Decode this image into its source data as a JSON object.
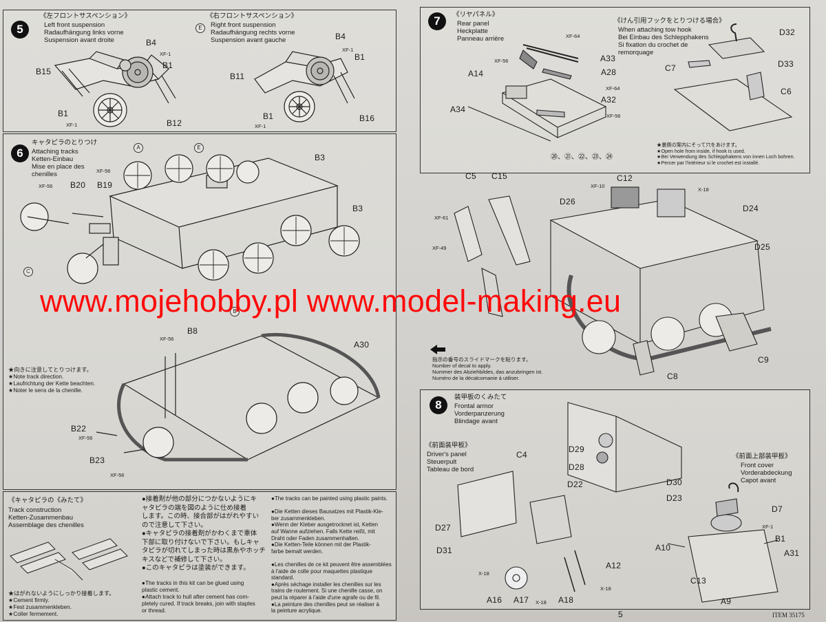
{
  "step5": {
    "num": "5",
    "left": {
      "jp": "《左フロントサスペンション》",
      "en": "Left front suspension",
      "de": "Radaufhängung links vorne",
      "fr": "Suspension avant droite"
    },
    "right": {
      "marker": "E",
      "jp": "《右フロントサスペンション》",
      "en": "Right front suspension",
      "de": "Radaufhängung rechts vorne",
      "fr": "Suspension avant gauche"
    },
    "labels": {
      "b4a": "B4",
      "xf1a": "XF-1",
      "b1a": "B1",
      "b15": "B15",
      "b1b": "B1",
      "xf1b": "XF-1",
      "b12": "B12",
      "b4b": "B4",
      "xf1c": "XF-1",
      "b1c": "B1",
      "b11": "B11",
      "b1d": "B1",
      "xf1d": "XF-1",
      "b16": "B16"
    }
  },
  "step6": {
    "num": "6",
    "jp": "キャタピラのとりつけ",
    "en": "Attaching tracks",
    "de": "Ketten-Einbau",
    "fr1": "Mise en place des",
    "fr2": "chenilles",
    "labels": {
      "xf56a": "XF-56",
      "b20": "B20",
      "xf56b": "XF-56",
      "b19": "B19",
      "b3a": "B3",
      "b3b": "B3",
      "a": "A",
      "e": "E",
      "c": "C",
      "b": "B",
      "b8": "B8",
      "xf56c": "XF-56",
      "a30": "A30",
      "b22": "B22",
      "xf56d": "XF-56",
      "b23": "B23",
      "xf56e": "XF-56"
    },
    "note": [
      "★向きに注意してとりつけます。",
      "★Note track direction.",
      "★Laufrichtung der Kette beachten.",
      "★Noter le sens de la chenille."
    ]
  },
  "tracks": {
    "title_jp": "《キャタピラの《みたて》",
    "title_en": "Track construction",
    "title_de": "Ketten-Zusammenbau",
    "title_fr": "Assemblage des chenilles",
    "glue": [
      "★はがれないようにしっかり接着します。",
      "★Cement firmly.",
      "★Fest zusammenkleben.",
      "★Coller fermement."
    ],
    "jp_text": [
      "●接着剤が他の部分につかないようにキ",
      "ャタピラの端を図のように仕め接着",
      "します。この時、接合部がはがれやすい",
      "ので注意して下さい。",
      "●キャタピラの接着剤がかわくまで車体",
      "下部に取り付けないで下さい。もしキャ",
      "タピラが切れてしまった時は黒糸やホッチ",
      "キスなどで補修して下さい。",
      "●このキャタピラは塗装ができます。"
    ],
    "en_text": [
      "●The tracks in this kit can be glued using",
      "plastic cement.",
      "●Attach track to hull after cement has com-",
      "pletely cured. If track breaks, join with staples",
      "or thread."
    ],
    "col3": [
      "●The tracks can be painted using plastic paints.",
      "",
      "●Die Ketten dieses Bausatzes mit Plastik-Kle-",
      "ber zusammenkleben.",
      "●Wenn der Kleber ausgetrocknet ist, Ketten",
      "auf Wanne aufziehen. Falls Kette reißt, mit",
      "Draht oder Faden zusammenhalten.",
      "●Die Ketten-Teile können mit der Plastik-",
      "farbe bemalt werden.",
      "",
      "●Les chenilles de ce kit peuvent être assemblées",
      "à l'aide de colle pour maquettes plastique",
      "standard.",
      "●Après séchage installer les chenilles sur les",
      "trains de roulement. Si une chenille casse, on",
      "peut la réparer à l'aide d'une agrafe ou de fil.",
      "●La peinture des chenilles peut se réaliser à",
      "la peinture acrylique."
    ]
  },
  "step7": {
    "num": "7",
    "jp": "《リヤパネル》",
    "en": "Rear panel",
    "de": "Heckplatte",
    "fr": "Panneau arrière",
    "hook": {
      "jp": "《けん引用フックをとりつける場合》",
      "en": "When attaching tow hook",
      "de": "Bei Einbau des Schlepphakens",
      "fr1": "Si fixation du crochet de",
      "fr2": "remorquage"
    },
    "hook_note": [
      "★裏側の案内にそって穴をあけます。",
      "★Open hole from inside, if hook is used.",
      "★Bei Verwendung des Schlepphakens von innen Loch bohren.",
      "★Percer par l'intérieur si le crochet est installé."
    ],
    "labels": {
      "xf64a": "XF-64",
      "xf56": "XF-56",
      "a33": "A33",
      "a14": "A14",
      "a28": "A28",
      "xf64b": "XF-64",
      "a32": "A32",
      "xf56b": "XF-56",
      "a34": "A34",
      "d32": "D32",
      "d33": "D33",
      "c7": "C7",
      "c6": "C6",
      "decals": "⑳、㉑、㉒、㉓、㉔"
    }
  },
  "mid": {
    "labels": {
      "c5": "C5",
      "c15": "C15",
      "xf10": "XF-10",
      "c12": "C12",
      "x18": "X-18",
      "d26": "D26",
      "d24": "D24",
      "xf61": "XF-61",
      "xf49": "XF-49",
      "d25": "D25",
      "c9": "C9",
      "c8": "C8"
    },
    "decal": [
      "指示の番号のスライドマークを貼ります。",
      "Number of decal to apply.",
      "Nummer des Abziehbildes, das anzubringen ist.",
      "Numéro de la décalcomanie à utiliser."
    ]
  },
  "step8": {
    "num": "8",
    "jp": "装甲板のくみたて",
    "en": "Frontal armor",
    "de": "Vorderpanzerung",
    "fr": "Blindage avant",
    "panel": {
      "jp": "《前面装甲板》",
      "en": "Driver's panel",
      "de": "Steuerpult",
      "fr": "Tableau de bord"
    },
    "cover": {
      "jp": "《前面上部装甲板》",
      "en": "Front cover",
      "de": "Vorderabdeckung",
      "fr": "Capot avant"
    },
    "labels": {
      "c4": "C4",
      "d29": "D29",
      "d28": "D28",
      "d22": "D22",
      "d30": "D30",
      "d23": "D23",
      "d27": "D27",
      "d31": "D31",
      "x18a": "X-18",
      "a16": "A16",
      "a17": "A17",
      "x18b": "X-18",
      "a18": "A18",
      "a12": "A12",
      "x18c": "X-18",
      "d7": "D7",
      "xf1": "XF-1",
      "b1": "B1",
      "a10": "A10",
      "a31": "A31",
      "c13": "C13",
      "a9": "A9"
    }
  },
  "footer": {
    "page": "5",
    "item": "ITEM 35175"
  },
  "watermark": "www.mojehobby.pl www.model-making.eu"
}
